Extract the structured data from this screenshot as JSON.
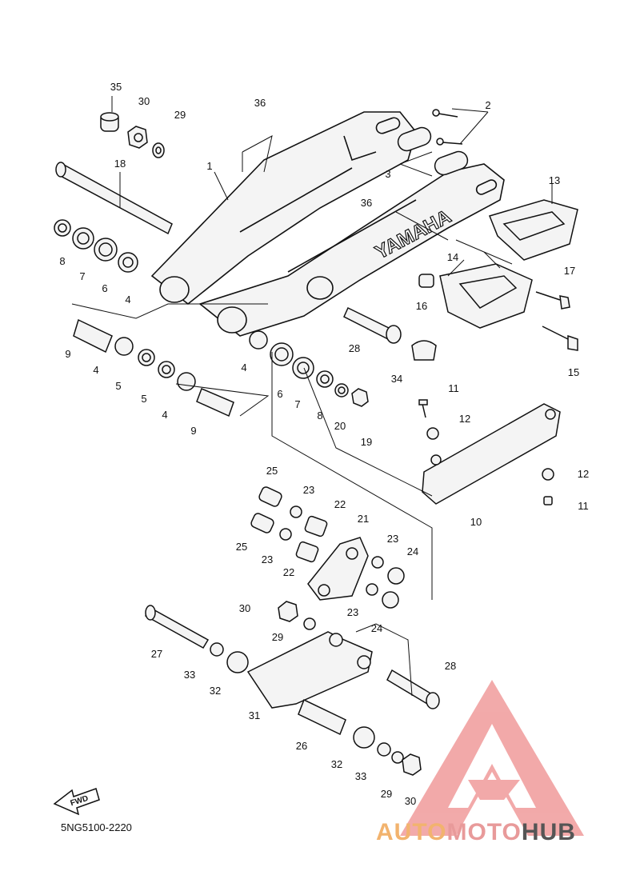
{
  "diagram_code": "5NG5100-2220",
  "direction_label": "FWD",
  "brand_text": "YAMAHA",
  "watermark": {
    "part1": "AUTO",
    "part2": "MOTO",
    "part3": "HUB",
    "color_primary": "#f2b36e",
    "color_secondary": "#e89a9a",
    "color_dark": "#555555"
  },
  "callouts": [
    {
      "id": "c35a",
      "text": "35"
    },
    {
      "id": "c30a",
      "text": "30"
    },
    {
      "id": "c29a",
      "text": "29"
    },
    {
      "id": "c36a",
      "text": "36"
    },
    {
      "id": "c2",
      "text": "2"
    },
    {
      "id": "c3",
      "text": "3"
    },
    {
      "id": "c18",
      "text": "18"
    },
    {
      "id": "c1",
      "text": "1"
    },
    {
      "id": "c13",
      "text": "13"
    },
    {
      "id": "c36b",
      "text": "36"
    },
    {
      "id": "c8a",
      "text": "8"
    },
    {
      "id": "c7a",
      "text": "7"
    },
    {
      "id": "c6a",
      "text": "6"
    },
    {
      "id": "c4a",
      "text": "4"
    },
    {
      "id": "c14",
      "text": "14"
    },
    {
      "id": "c17",
      "text": "17"
    },
    {
      "id": "c16",
      "text": "16"
    },
    {
      "id": "c9a",
      "text": "9"
    },
    {
      "id": "c4b",
      "text": "4"
    },
    {
      "id": "c5a",
      "text": "5"
    },
    {
      "id": "c5b",
      "text": "5"
    },
    {
      "id": "c4c",
      "text": "4"
    },
    {
      "id": "c9b",
      "text": "9"
    },
    {
      "id": "c4d",
      "text": "4"
    },
    {
      "id": "c6b",
      "text": "6"
    },
    {
      "id": "c7b",
      "text": "7"
    },
    {
      "id": "c8b",
      "text": "8"
    },
    {
      "id": "c20",
      "text": "20"
    },
    {
      "id": "c19",
      "text": "19"
    },
    {
      "id": "c28a",
      "text": "28"
    },
    {
      "id": "c15",
      "text": "15"
    },
    {
      "id": "c34",
      "text": "34"
    },
    {
      "id": "c11a",
      "text": "11"
    },
    {
      "id": "c12a",
      "text": "12"
    },
    {
      "id": "c12b",
      "text": "12"
    },
    {
      "id": "c11b",
      "text": "11"
    },
    {
      "id": "c10",
      "text": "10"
    },
    {
      "id": "c25a",
      "text": "25"
    },
    {
      "id": "c23a",
      "text": "23"
    },
    {
      "id": "c22a",
      "text": "22"
    },
    {
      "id": "c21",
      "text": "21"
    },
    {
      "id": "c25b",
      "text": "25"
    },
    {
      "id": "c23b",
      "text": "23"
    },
    {
      "id": "c22b",
      "text": "22"
    },
    {
      "id": "c23c",
      "text": "23"
    },
    {
      "id": "c24a",
      "text": "24"
    },
    {
      "id": "c23d",
      "text": "23"
    },
    {
      "id": "c24b",
      "text": "24"
    },
    {
      "id": "c30b",
      "text": "30"
    },
    {
      "id": "c29b",
      "text": "29"
    },
    {
      "id": "c27",
      "text": "27"
    },
    {
      "id": "c28b",
      "text": "28"
    },
    {
      "id": "c33a",
      "text": "33"
    },
    {
      "id": "c32a",
      "text": "32"
    },
    {
      "id": "c31",
      "text": "31"
    },
    {
      "id": "c26",
      "text": "26"
    },
    {
      "id": "c32b",
      "text": "32"
    },
    {
      "id": "c33b",
      "text": "33"
    },
    {
      "id": "c29c",
      "text": "29"
    },
    {
      "id": "c30c",
      "text": "30"
    }
  ]
}
